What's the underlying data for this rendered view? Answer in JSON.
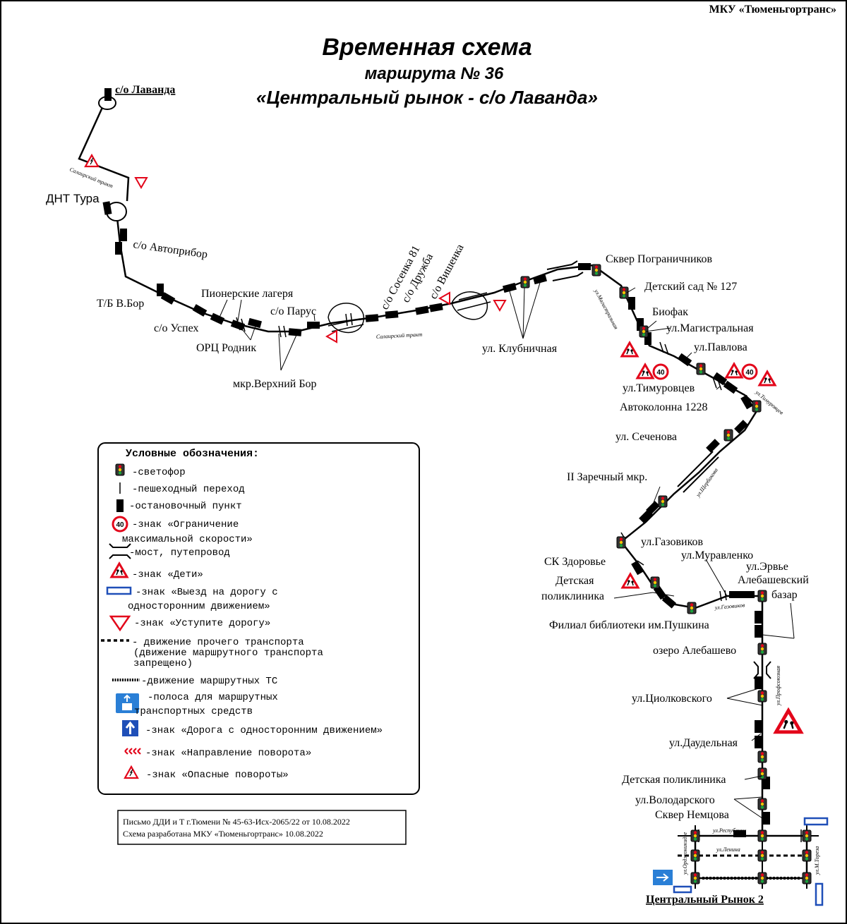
{
  "header": {
    "org": "МКУ «Тюменьгортранс»",
    "title": "Временная схема",
    "route": "маршрута № 36",
    "route_name": "«Центральный рынок - с/о Лаванда»"
  },
  "stops": {
    "lavanda": "с/о Лаванда",
    "dnt_tura": "ДНТ Тура",
    "avtopribor": "с/о Автоприбор",
    "tb_vbor": "Т/Б В.Бор",
    "uspeh": "с/о Успех",
    "pioner": "Пионерские лагеря",
    "orc": "ОРЦ Родник",
    "parus": "с/о Парус",
    "verhniy_bor": "мкр.Верхний Бор",
    "sosenka": "с/о Сосенка 81",
    "druzhba": "с/о Дружба",
    "vishenka": "с/о Вишенка",
    "klubnichnaya": "ул. Клубничная",
    "skver_pogr": "Сквер Пограничников",
    "detsad": "Детский сад № 127",
    "biofak": "Биофак",
    "magistralnaya": "ул.Магистральная",
    "pavlova": "ул.Павлова",
    "timurovcev": "ул.Тимуровцев",
    "avtokolonna": "Автоколонна 1228",
    "sechenova": "ул. Сеченова",
    "zarechny": "II Заречный мкр.",
    "gazovikov": "ул.Газовиков",
    "muravlenko": "ул.Муравленко",
    "ervye": "ул.Эрвье",
    "sk_zdorovie": "СК Здоровье",
    "det_poliklinika_1": "Детская",
    "det_poliklinika_2": "поликлиника",
    "alebash_bazar_1": "Алебашевский",
    "alebash_bazar_2": "базар",
    "filial": "Филиал библиотеки им.Пушкина",
    "ozero": "озеро Алебашево",
    "ciolkovskogo": "ул.Циолковского",
    "daudelnaya": "ул.Даудельная",
    "det_poliklinika": "Детская поликлиника",
    "volodarskogo": "ул.Володарского",
    "skver_nemcova": "Сквер Немцова",
    "central_rynok": "Центральный Рынок 2"
  },
  "streets": {
    "salair_1": "Салаирский тракт",
    "salair_2": "Салаирский тракт",
    "magistralnaya": "ул.Магистральная",
    "timurovcev": "ул.Тимуровцев",
    "shcherbakova": "ул.Щербакова",
    "gazovikov": "ул.Газовиков",
    "profsoyuznaya": "ул.Профсоюзная",
    "respubliki": "ул.Республики",
    "lenina": "ул.Ленина",
    "ordzhonikidze": "ул.Орджоникидзе",
    "m_toreza": "ул.М.Тореза"
  },
  "signs": {
    "speed_limit": "40"
  },
  "legend": {
    "title": "Условные обозначения:",
    "traffic_light": "-светофор",
    "crosswalk": "-пешеходный переход",
    "stop": "-остановочный пункт",
    "speed_1": "-знак «Ограничение",
    "speed_2": "максимальной скорости»",
    "bridge": "-мост, путепровод",
    "children": "-знак «Дети»",
    "oneway_exit_1": "-знак «Выезд на дорогу с",
    "oneway_exit_2": "односторонним движением»",
    "yield": "-знак «Уступите дорогу»",
    "other_1": "- движение прочего транспорта",
    "other_2": "(движение маршрутного транспорта",
    "other_3": "запрещено)",
    "route_ts": "-движение маршрутных ТС",
    "bus_lane_1": "-полоса для маршрутных",
    "bus_lane_2": "транспортных средств",
    "oneway_road": "-знак «Дорога с односторонним движением»",
    "turn_dir": "-знак «Направление поворота»",
    "danger_turns": "-знак «Опасные повороты»"
  },
  "footnote": {
    "line1": "Письмо ДДИ и Т г.Тюмени № 45-63-Исх-2065/22 от 10.08.2022",
    "line2": "Схема разработана МКУ «Тюменьгортранс» 10.08.2022"
  },
  "colors": {
    "ink": "#000000",
    "sign_red": "#e3061a",
    "sign_blue": "#1f4fb8",
    "lane_blue": "#2a7fd6"
  }
}
